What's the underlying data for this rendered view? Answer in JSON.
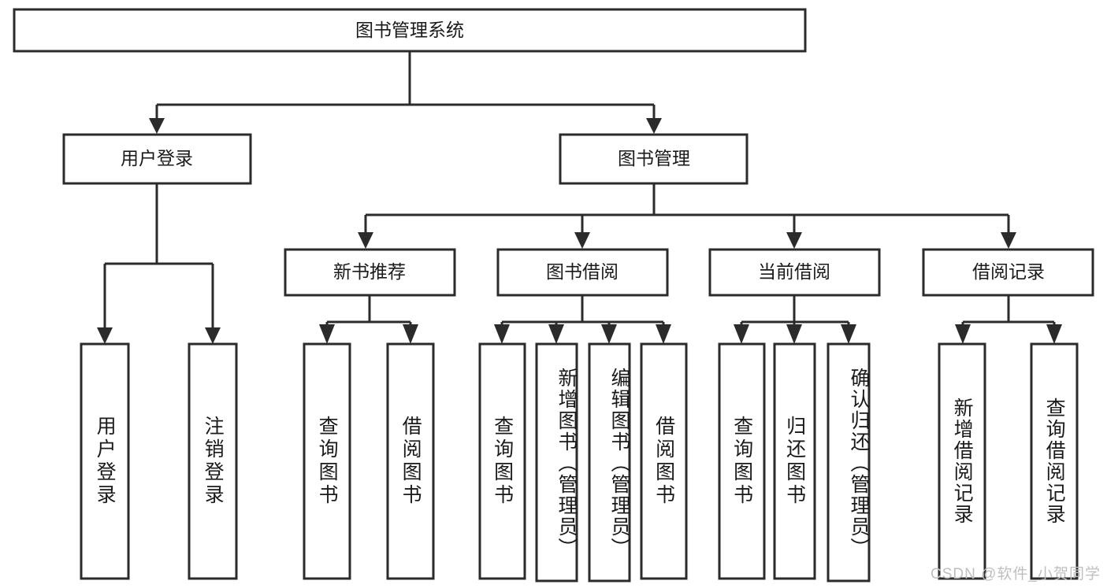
{
  "diagram": {
    "type": "tree-hierarchy",
    "title": "图书管理系统",
    "watermark": "CSDN @软件_小贺同学",
    "colors": {
      "stroke": "#2b2b2b",
      "fill": "#ffffff",
      "text": "#1a1a1a",
      "watermark": "#bfbfbf"
    },
    "nodes": {
      "root": {
        "label": "图书管理系统"
      },
      "level2": [
        {
          "id": "user-login",
          "label": "用户登录"
        },
        {
          "id": "book-management",
          "label": "图书管理"
        }
      ],
      "level3": [
        {
          "id": "new-book-recommend",
          "label": "新书推荐"
        },
        {
          "id": "book-borrow",
          "label": "图书借阅"
        },
        {
          "id": "current-borrow",
          "label": "当前借阅"
        },
        {
          "id": "borrow-record",
          "label": "借阅记录"
        }
      ],
      "leaves": {
        "user-login": [
          {
            "id": "leaf-user-login",
            "label": "用户登录"
          },
          {
            "id": "leaf-logout",
            "label": "注销登录"
          }
        ],
        "new-book-recommend": [
          {
            "id": "leaf-query-book-1",
            "label": "查询图书"
          },
          {
            "id": "leaf-borrow-book-1",
            "label": "借阅图书"
          }
        ],
        "book-borrow": [
          {
            "id": "leaf-query-book-2",
            "label": "查询图书"
          },
          {
            "id": "leaf-add-book",
            "label": "新增图书（管理员）"
          },
          {
            "id": "leaf-edit-book",
            "label": "编辑图书（管理员）"
          },
          {
            "id": "leaf-borrow-book-2",
            "label": "借阅图书"
          }
        ],
        "current-borrow": [
          {
            "id": "leaf-query-book-3",
            "label": "查询图书"
          },
          {
            "id": "leaf-return-book",
            "label": "归还图书"
          },
          {
            "id": "leaf-confirm-return",
            "label": "确认归还（管理员）"
          }
        ],
        "borrow-record": [
          {
            "id": "leaf-add-record",
            "label": "新增借阅记录"
          },
          {
            "id": "leaf-query-record",
            "label": "查询借阅记录"
          }
        ]
      }
    }
  }
}
